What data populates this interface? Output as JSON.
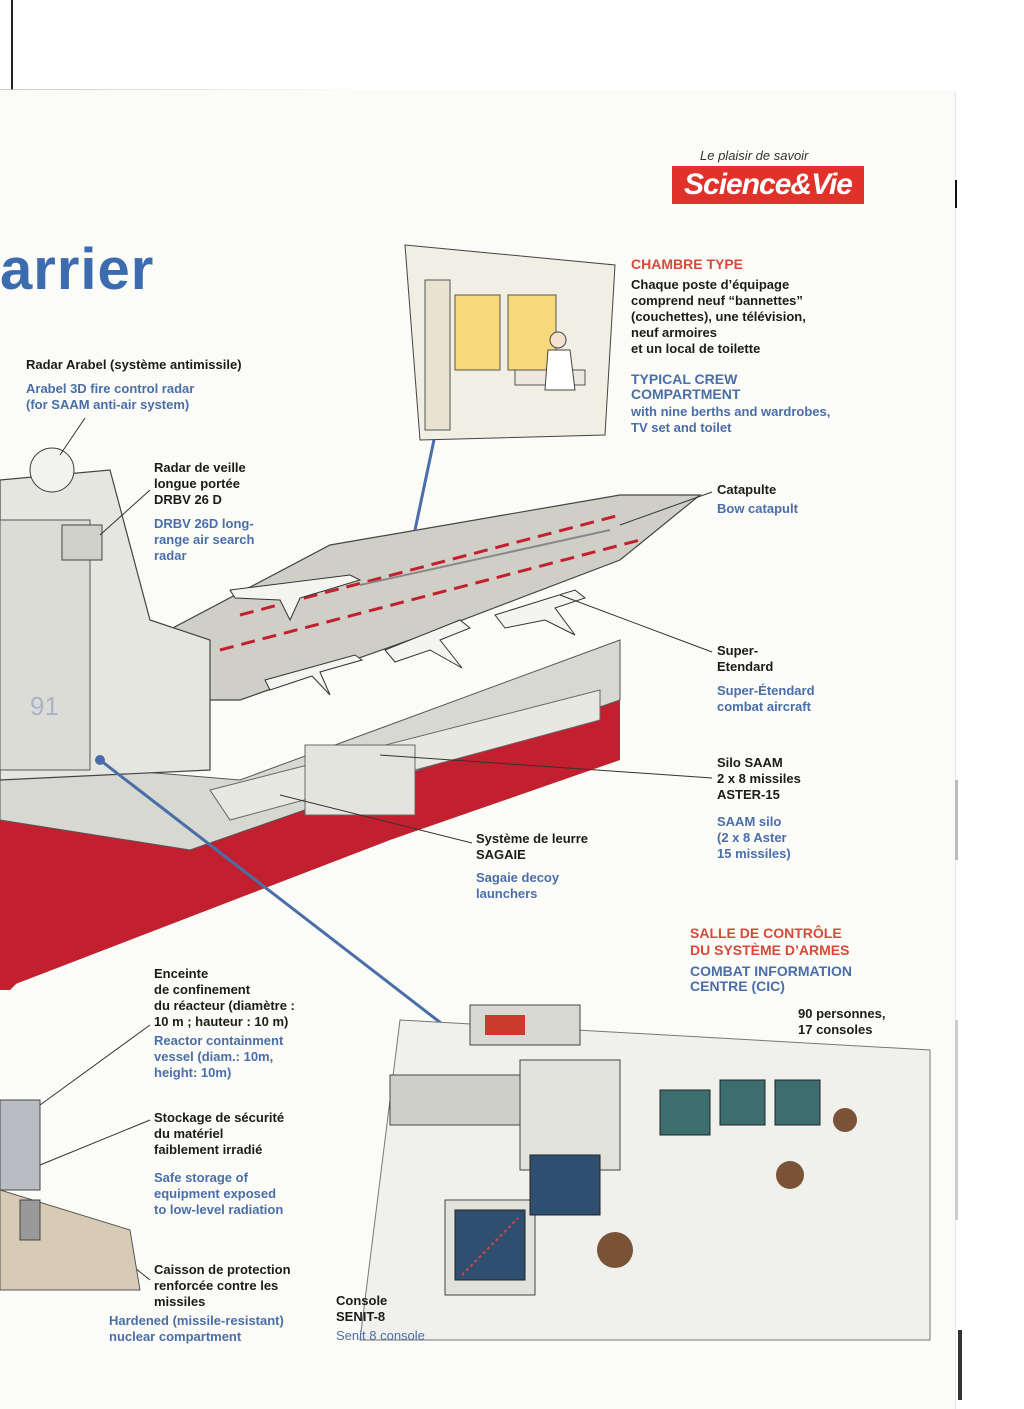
{
  "title_fragment": "arrier",
  "logo": {
    "tagline": "Le plaisir de savoir",
    "name": "Science&Vie",
    "color": "#e0312a"
  },
  "colors": {
    "accent_blue": "#4a6ea8",
    "heading_red": "#d64a3a",
    "hull_red": "#c2202e"
  },
  "labels": {
    "arabel": {
      "fr": "Radar Arabel (système antimissile)",
      "en": "Arabel 3D fire control radar\n(for SAAM anti-air system)"
    },
    "drbv": {
      "fr": "Radar de veille\nlongue portée\nDRBV 26 D",
      "en": "DRBV 26D long-\nrange air search\nradar"
    },
    "chambre": {
      "heading": "CHAMBRE TYPE",
      "fr": "Chaque poste d’équipage\ncomprend neuf “bannettes”\n(couchettes), une télévision,\nneuf armoires\net un local de toilette",
      "heading_en": "TYPICAL CREW\nCOMPARTMENT",
      "en": "with nine berths and wardrobes,\nTV set and toilet"
    },
    "catapulte": {
      "fr": "Catapulte",
      "en": "Bow catapult"
    },
    "superetendard": {
      "fr": "Super-\nEtendard",
      "en": "Super-Étendard\ncombat aircraft"
    },
    "silo": {
      "fr": "Silo SAAM\n2 x 8 missiles\nASTER-15",
      "en": "SAAM silo\n(2 x 8 Aster\n15 missiles)"
    },
    "sagaie": {
      "fr": "Système de leurre\nSAGAIE",
      "en": "Sagaie decoy\nlaunchers"
    },
    "salle": {
      "heading": "SALLE DE CONTRÔLE\nDU SYSTÈME D’ARMES",
      "heading_en": "COMBAT INFORMATION\nCENTRE (CIC)",
      "fr": "90 personnes,\n17 consoles"
    },
    "enceinte": {
      "fr": "Enceinte\nde confinement\ndu réacteur (diamètre :\n10 m ; hauteur : 10 m)",
      "en": "Reactor containment\nvessel (diam.:  10m,\nheight:  10m)"
    },
    "stockage": {
      "fr": "Stockage de sécurité\ndu matériel\nfaiblement irradié",
      "en": "Safe storage of\nequipment exposed\nto low-level radiation"
    },
    "caisson": {
      "fr": "Caisson de protection\nrenforcée contre les\nmissiles",
      "en": "Hardened (missile-resistant)\nnuclear compartment"
    },
    "console": {
      "fr": "Console\nSENIT-8",
      "en": "Senit 8 console"
    }
  },
  "icons": [
    "science-vie-logo",
    "aircraft-carrier-illustration",
    "crew-room-illustration",
    "cic-room-illustration",
    "reactor-vessel-illustration"
  ]
}
